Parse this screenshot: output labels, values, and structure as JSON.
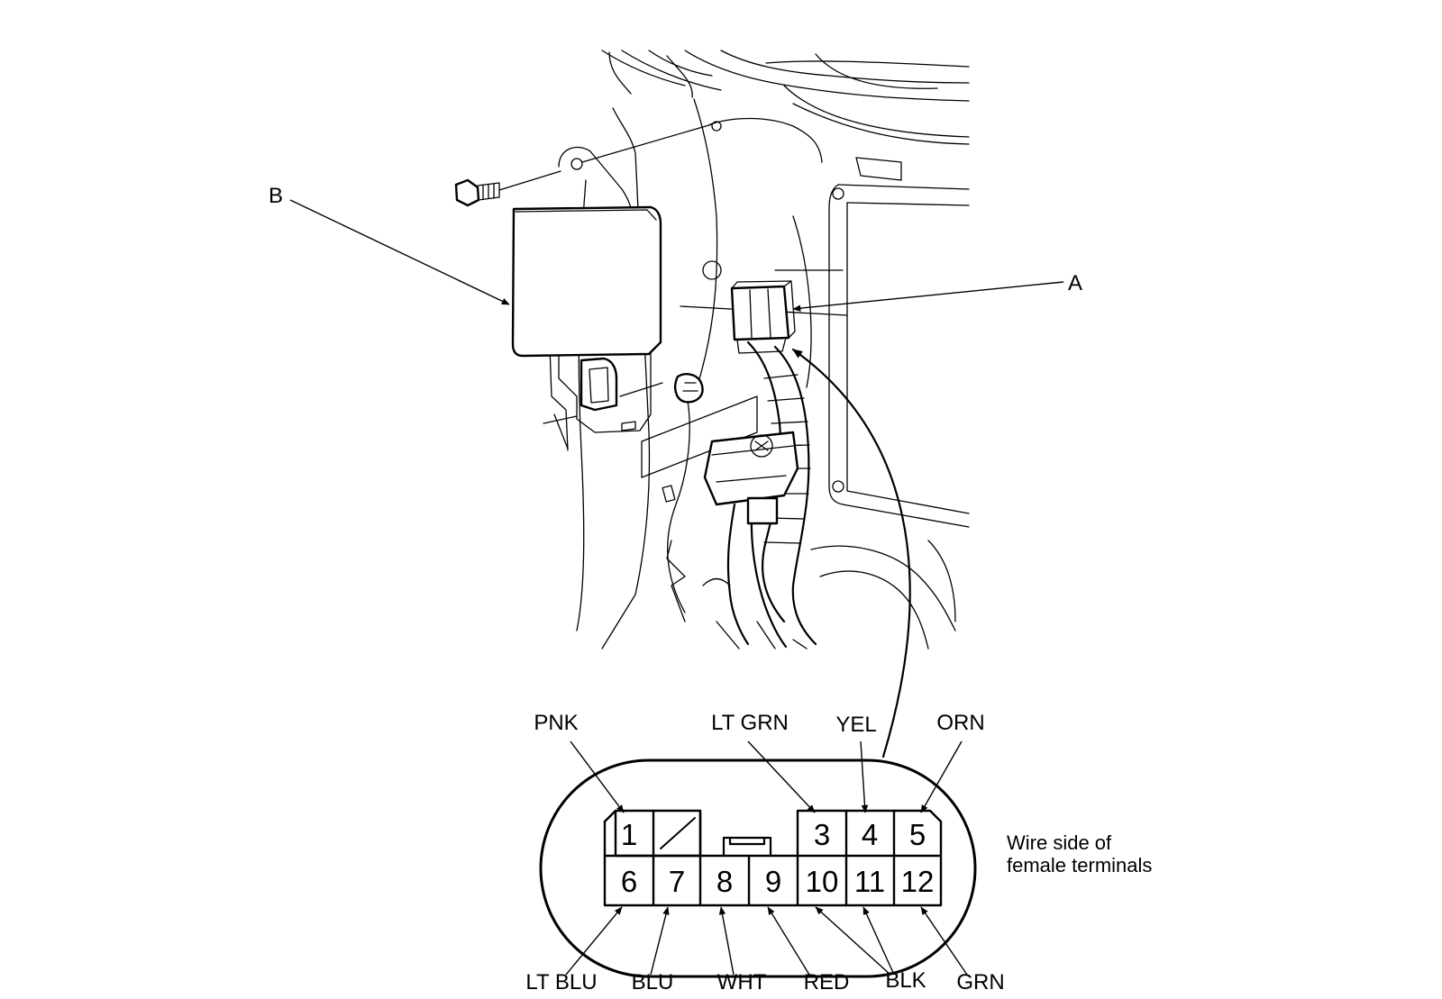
{
  "callouts": {
    "a": "A",
    "b": "B"
  },
  "connector": {
    "pins_top": [
      "1",
      "3",
      "4",
      "5"
    ],
    "pins_bottom": [
      "6",
      "7",
      "8",
      "9",
      "10",
      "11",
      "12"
    ],
    "wire_colors": {
      "pin1": "PNK",
      "pin3": "LT GRN",
      "pin4": "YEL",
      "pin5": "ORN",
      "pin6": "LT BLU",
      "pin7": "BLU",
      "pin8": "WHT",
      "pin9": "RED",
      "pin10_11": "BLK",
      "pin12": "GRN"
    },
    "note_line1": "Wire side of",
    "note_line2": "female terminals"
  }
}
